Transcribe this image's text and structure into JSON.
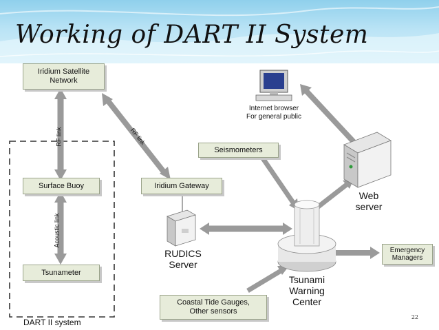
{
  "slide": {
    "title": "Working of DART II System",
    "page_number": "22"
  },
  "nodes": {
    "iridium_network": "Iridium Satellite\nNetwork",
    "surface_buoy": "Surface Buoy",
    "tsunameter": "Tsunameter",
    "iridium_gateway": "Iridium Gateway",
    "seismometers": "Seismometers",
    "emergency_managers": "Emergency\nManagers",
    "coastal_tide": "Coastal Tide Gauges,\nOther sensors"
  },
  "labels": {
    "internet_browser": "Internet browser\nFor general public",
    "web_server": "Web\nserver",
    "rudics_server": "RUDICS\nServer",
    "warning_center": "Tsunami\nWarning\nCenter",
    "dart_system": "DART II system",
    "rf_link_1": "RF link",
    "rf_link_2": "RF link",
    "acoustic_link": "Acoustic link"
  },
  "icons": [
    "monitor-icon",
    "web-server-icon",
    "rudics-server-icon",
    "warning-center-icon"
  ]
}
